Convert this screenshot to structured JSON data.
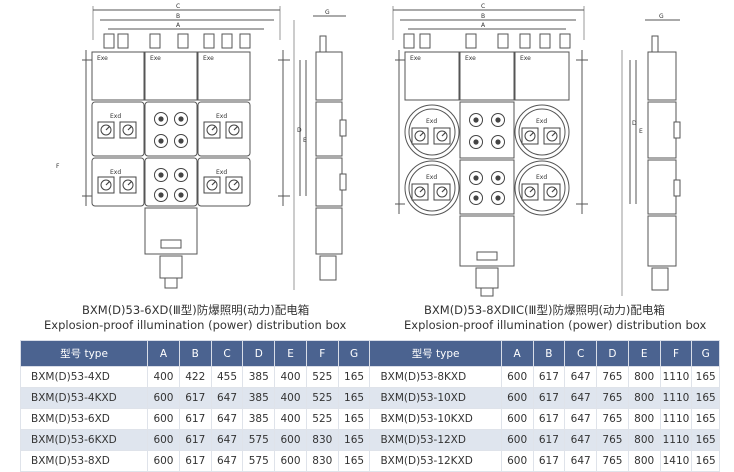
{
  "drawings": {
    "left": {
      "dims": [
        "C",
        "B",
        "A",
        "G",
        "F",
        "D",
        "E"
      ],
      "box_labels": [
        "Exe",
        "Exe",
        "Exe",
        "Exd",
        "Exd",
        "Exd",
        "Exd"
      ]
    },
    "right": {
      "dims": [
        "C",
        "B",
        "A",
        "G",
        "E",
        "D"
      ],
      "box_labels": [
        "Exe",
        "Exe",
        "Exe",
        "Exd",
        "Exd",
        "Exd",
        "Exd"
      ]
    }
  },
  "captions": {
    "left_cn": "BXM(D)53-6XD(Ⅲ型)防爆照明(动力)配电箱",
    "left_en": "Explosion-proof illumination (power) distribution box",
    "right_cn": "BXM(D)53-8XDⅡC(Ⅲ型)防爆照明(动力)配电箱",
    "right_en": "Explosion-proof illumination (power) distribution box"
  },
  "table": {
    "headers": [
      "型号 type",
      "A",
      "B",
      "C",
      "D",
      "E",
      "F",
      "G",
      "型号 type",
      "A",
      "B",
      "C",
      "D",
      "E",
      "F",
      "G"
    ],
    "rows": [
      [
        "BXM(D)53-4XD",
        "400",
        "422",
        "455",
        "385",
        "400",
        "525",
        "165",
        "BXM(D)53-8KXD",
        "600",
        "617",
        "647",
        "765",
        "800",
        "1110",
        "165"
      ],
      [
        "BXM(D)53-4KXD",
        "600",
        "617",
        "647",
        "385",
        "400",
        "525",
        "165",
        "BXM(D)53-10XD",
        "600",
        "617",
        "647",
        "765",
        "800",
        "1110",
        "165"
      ],
      [
        "BXM(D)53-6XD",
        "600",
        "617",
        "647",
        "385",
        "400",
        "525",
        "165",
        "BXM(D)53-10KXD",
        "600",
        "617",
        "647",
        "765",
        "800",
        "1110",
        "165"
      ],
      [
        "BXM(D)53-6KXD",
        "600",
        "617",
        "647",
        "575",
        "600",
        "830",
        "165",
        "BXM(D)53-12XD",
        "600",
        "617",
        "647",
        "765",
        "800",
        "1110",
        "165"
      ],
      [
        "BXM(D)53-8XD",
        "600",
        "617",
        "647",
        "575",
        "600",
        "830",
        "165",
        "BXM(D)53-12KXD",
        "600",
        "617",
        "647",
        "765",
        "800",
        "1410",
        "165"
      ]
    ]
  }
}
